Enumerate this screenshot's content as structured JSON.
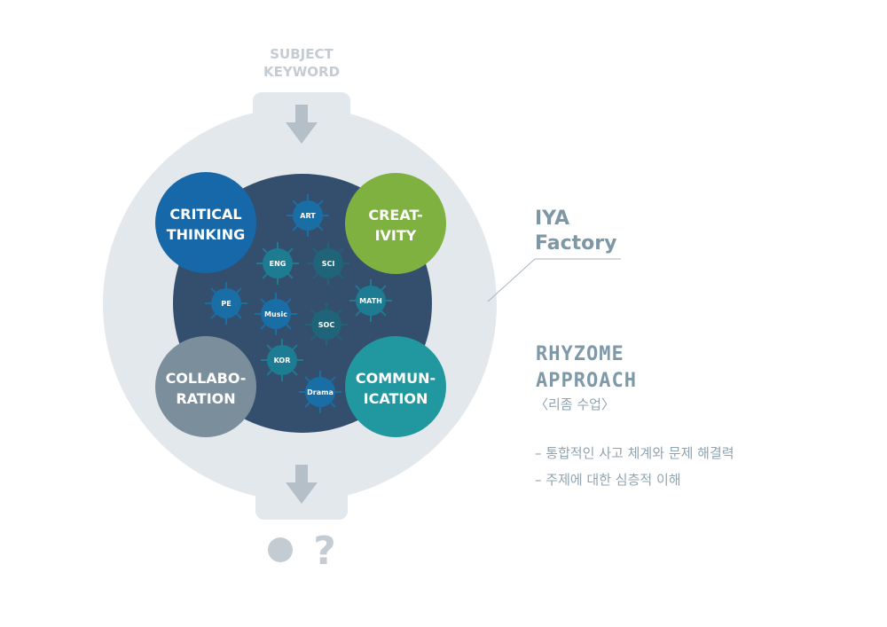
{
  "top_label": [
    "SUBJECT",
    "KEYWORD"
  ],
  "competencies": [
    {
      "lines": [
        "CRITICAL",
        "THINKING"
      ],
      "color": "#1768a8"
    },
    {
      "lines": [
        "CREAT-",
        "IVITY"
      ],
      "color": "#7fb140"
    },
    {
      "lines": [
        "COLLABO-",
        "RATION"
      ],
      "color": "#7a8e9c"
    },
    {
      "lines": [
        "COMMUN-",
        "ICATION"
      ],
      "color": "#2197a0"
    }
  ],
  "subjects": [
    {
      "label": "ART",
      "color": "#1a6ea6"
    },
    {
      "label": "ENG",
      "color": "#1d7c92"
    },
    {
      "label": "SCI",
      "color": "#1f6478"
    },
    {
      "label": "PE",
      "color": "#1a6ea6"
    },
    {
      "label": "Music",
      "color": "#1a6ea6"
    },
    {
      "label": "MATH",
      "color": "#1d7c92"
    },
    {
      "label": "SOC",
      "color": "#1f6478"
    },
    {
      "label": "KOR",
      "color": "#1d7c92"
    },
    {
      "label": "Drama",
      "color": "#1a6ea6"
    }
  ],
  "bottom_question": "?",
  "title": [
    "IYA",
    "Factory"
  ],
  "approach": [
    "RHYZOME",
    "APPROACH"
  ],
  "approach_korean": "〈리좀 수업〉",
  "bullets": [
    "– 통합적인 사고 체계와 문제 해결력",
    "– 주제에 대한 심층적 이해"
  ],
  "colors": {
    "outer": "#e3e8ec",
    "inner": "#344e6d",
    "arrow": "#b4bfc8"
  }
}
